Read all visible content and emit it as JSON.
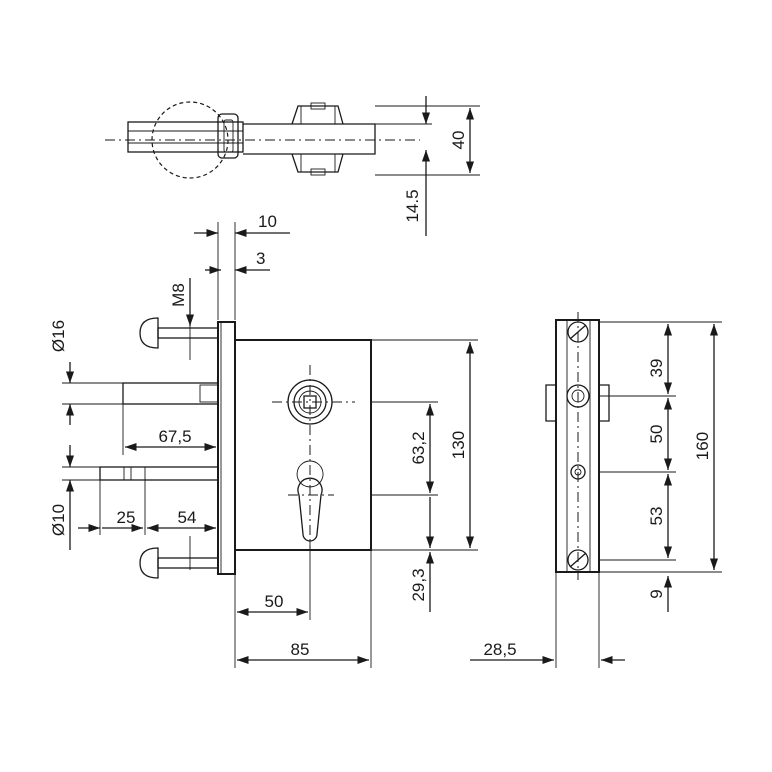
{
  "drawing": {
    "dimensions": {
      "top_view_width": "40",
      "top_view_offset": "14.5",
      "plate_thickness": "10",
      "plate_gap": "3",
      "bolt_thread": "M8",
      "bolt_head_dia": "Ø16",
      "bolt_length": "67,5",
      "pin_dia": "Ø10",
      "pin_seg_1": "25",
      "pin_seg_2": "54",
      "backset": "50",
      "case_width": "85",
      "centre_distance": "63,2",
      "case_height": "130",
      "bottom_offset": "29,3",
      "forend_depth": "28,5",
      "forend_hole_1": "39",
      "forend_hole_2": "50",
      "forend_hole_3": "53",
      "forend_end": "9",
      "forend_length": "160"
    }
  }
}
